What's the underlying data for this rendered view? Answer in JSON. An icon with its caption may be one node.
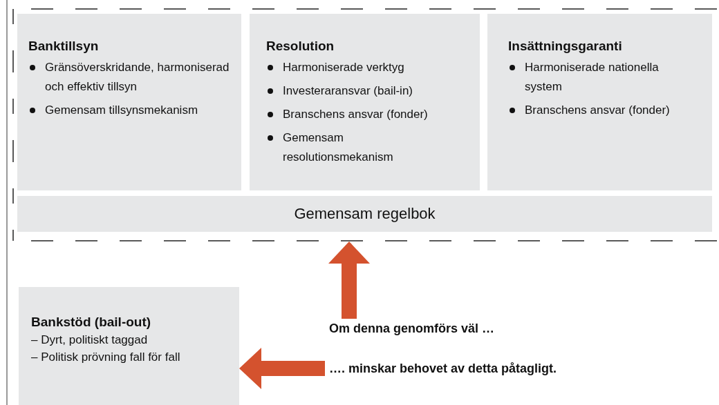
{
  "diagram": {
    "nodes": [
      {
        "text": [],
        "shape": "box"
      },
      {
        "text": [
          "Banktillsyn",
          "Gränsöverskridande, harmoniserad och effektiv tillsyn",
          "Gemensam tillsynsmekanism"
        ],
        "in": 0
      },
      {
        "text": [
          "Resolution",
          "Harmoniserade verktyg",
          "Investeraransvar (bail-in)",
          "Branschens ansvar (fonder)",
          "Gemensam resolutionsmekanism"
        ],
        "in": 0
      },
      {
        "text": [
          "Insättningsgaranti",
          "Harmoniserade nationella system",
          "Branschens ansvar (fonder)"
        ],
        "in": 0
      },
      {
        "text": [
          "Gemensam regelbok"
        ],
        "in": 0
      },
      {
        "text": [
          "Bankstöd (bail-out)",
          "– Dyrt, politiskt taggad",
          "– Politisk prövning fall för fall"
        ]
      },
      {
        "text": [
          "Om denna genomförs väl …"
        ]
      },
      {
        "text": [
          "…. minskar behovet av detta påtagligt."
        ]
      }
    ],
    "edges": [
      {
        "from": 6,
        "to": 0,
        "arrow": "to"
      },
      {
        "from": 7,
        "to": 5,
        "arrow": "to"
      }
    ]
  }
}
